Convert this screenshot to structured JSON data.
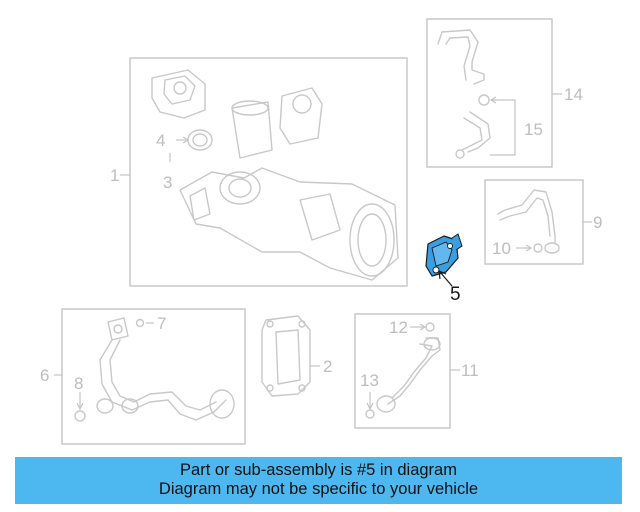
{
  "callouts": {
    "c1": "1",
    "c2": "2",
    "c3": "3",
    "c4": "4",
    "c5": "5",
    "c6": "6",
    "c7": "7",
    "c8": "8",
    "c9": "9",
    "c10": "10",
    "c11": "11",
    "c12": "12",
    "c13": "13",
    "c14": "14",
    "c15": "15"
  },
  "highlight": {
    "part_number": "5",
    "color": "#3a9fe0"
  },
  "banner": {
    "line1": "Part or sub-assembly is #5 in diagram",
    "line2": "Diagram may not be specific to your vehicle",
    "background": "#4db8f0"
  }
}
